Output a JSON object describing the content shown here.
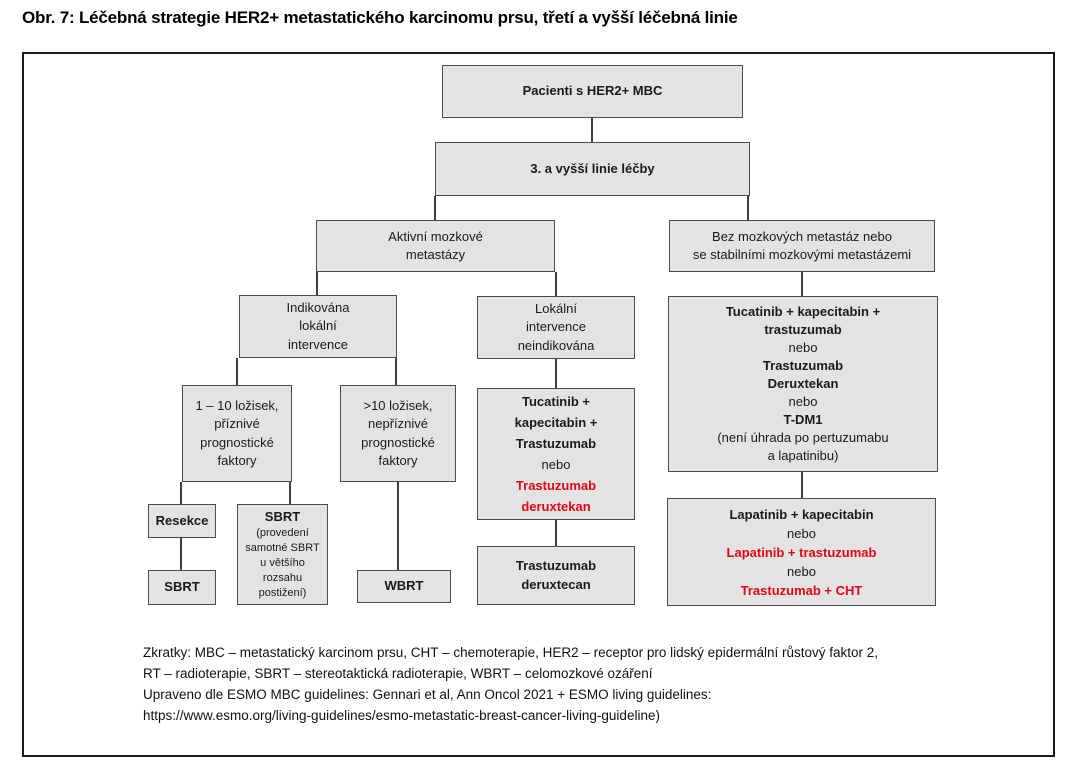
{
  "title": "Obr. 7: Léčebná strategie HER2+ metastatického karcinomu prsu, třetí a vyšší léčebná linie",
  "colors": {
    "box_bg": "#e3e3e3",
    "box_border": "#4b4b4b",
    "accent_red": "#e30613",
    "frame_border": "#1a1a1a"
  },
  "nodes": {
    "patients": {
      "label": "Pacienti s HER2+ MBC"
    },
    "third_line": {
      "label": "3. a vyšší linie léčby"
    },
    "active_brain_mets": {
      "lines": [
        "Aktivní mozkové",
        "metastázy"
      ]
    },
    "no_brain_mets": {
      "lines": [
        "Bez mozkových metastáz nebo",
        "se stabilními mozkovými metastázemi"
      ]
    },
    "local_indicated": {
      "lines": [
        "Indikována",
        "lokální",
        "intervence"
      ]
    },
    "local_not_indicated": {
      "lines": [
        "Lokální",
        "intervence",
        "neindikována"
      ]
    },
    "lesions_1_10": {
      "lines": [
        "1 – 10 ložisek,",
        "příznivé",
        "prognostické",
        "faktory"
      ]
    },
    "lesions_over_10": {
      "lines": [
        ">10 ložisek,",
        "nepříznivé",
        "prognostické",
        "faktory"
      ]
    },
    "resection": {
      "label": "Resekce"
    },
    "sbrt": {
      "label": "SBRT"
    },
    "sbrt_extended": {
      "title": "SBRT",
      "note_lines": [
        "(provedení",
        "samotné SBRT",
        "u většího rozsahu",
        "postižení)"
      ]
    },
    "wbrt": {
      "label": "WBRT"
    },
    "mid_treatment": {
      "lines": [
        "Tucatinib +",
        "kapecitabin +",
        "Trastuzumab",
        "nebo",
        "Trastuzumab",
        "deruxtekan"
      ]
    },
    "t_dxd": {
      "lines": [
        "Trastuzumab",
        "deruxtecan"
      ]
    },
    "right_treatment": {
      "lines": [
        "Tucatinib + kapecitabin +",
        "trastuzumab",
        "nebo",
        "Trastuzumab",
        "Deruxtekan",
        "nebo",
        "T-DM1",
        "(není úhrada po pertuzumabu",
        "a lapatinibu)"
      ]
    },
    "right_later": {
      "lines": [
        "Lapatinib + kapecitabin",
        "nebo",
        "Lapatinib + trastuzumab",
        "nebo",
        "Trastuzumab + CHT"
      ]
    }
  },
  "footer": {
    "lines": [
      "Zkratky: MBC – metastatický karcinom prsu, CHT – chemoterapie, HER2 – receptor pro lidský epidermální růstový faktor 2,",
      "RT – radioterapie, SBRT – stereotaktická radioterapie, WBRT – celomozkové ozáření",
      "Upraveno dle ESMO MBC guidelines: Gennari et al, Ann Oncol 2021 + ESMO living guidelines:",
      "https://www.esmo.org/living-guidelines/esmo-metastatic-breast-cancer-living-guideline)"
    ]
  }
}
